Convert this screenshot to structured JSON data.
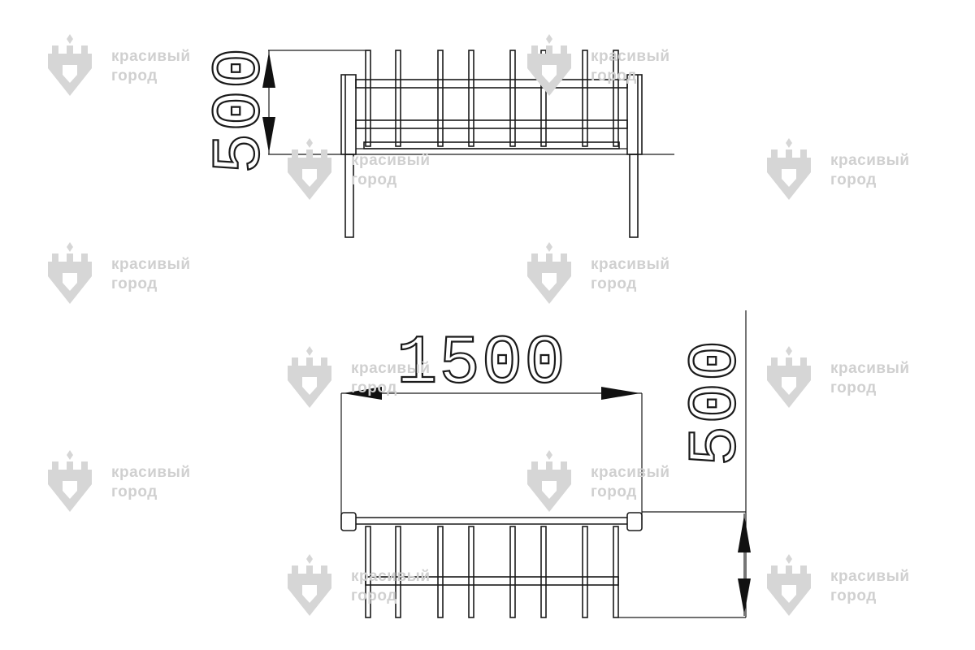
{
  "drawing": {
    "views": [
      {
        "name": "side-view",
        "dimensions": [
          {
            "label": "500",
            "orientation": "vertical"
          }
        ]
      },
      {
        "name": "top-view",
        "dimensions": [
          {
            "label": "1500",
            "orientation": "horizontal"
          },
          {
            "label": "500",
            "orientation": "vertical"
          }
        ]
      }
    ],
    "line_color": "#1a1a1a",
    "background": "#ffffff"
  },
  "watermark": {
    "line1": "красивый",
    "line2": "город",
    "color": "#d0d0d0",
    "icon": "castle-shield-logo-icon"
  }
}
